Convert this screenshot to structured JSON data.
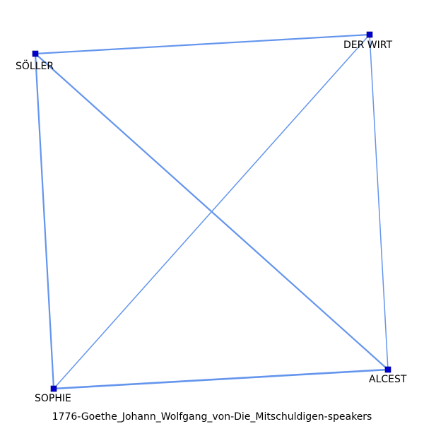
{
  "caption": "1776-Goethe_Johann_Wolfgang_von-Die_Mitschuldigen-speakers",
  "colors": {
    "edge": "#6495ed",
    "node": "#0000cd",
    "label": "#000000"
  },
  "nodes": [
    {
      "id": "soller",
      "label": "SÖLLER"
    },
    {
      "id": "der-wirt",
      "label": "DER WIRT"
    },
    {
      "id": "alcest",
      "label": "ALCEST"
    },
    {
      "id": "sophie",
      "label": "SOPHIE"
    }
  ],
  "edges": [
    {
      "source": "soller",
      "target": "der-wirt"
    },
    {
      "source": "soller",
      "target": "sophie"
    },
    {
      "source": "soller",
      "target": "alcest"
    },
    {
      "source": "der-wirt",
      "target": "sophie"
    },
    {
      "source": "der-wirt",
      "target": "alcest"
    },
    {
      "source": "sophie",
      "target": "alcest"
    }
  ]
}
